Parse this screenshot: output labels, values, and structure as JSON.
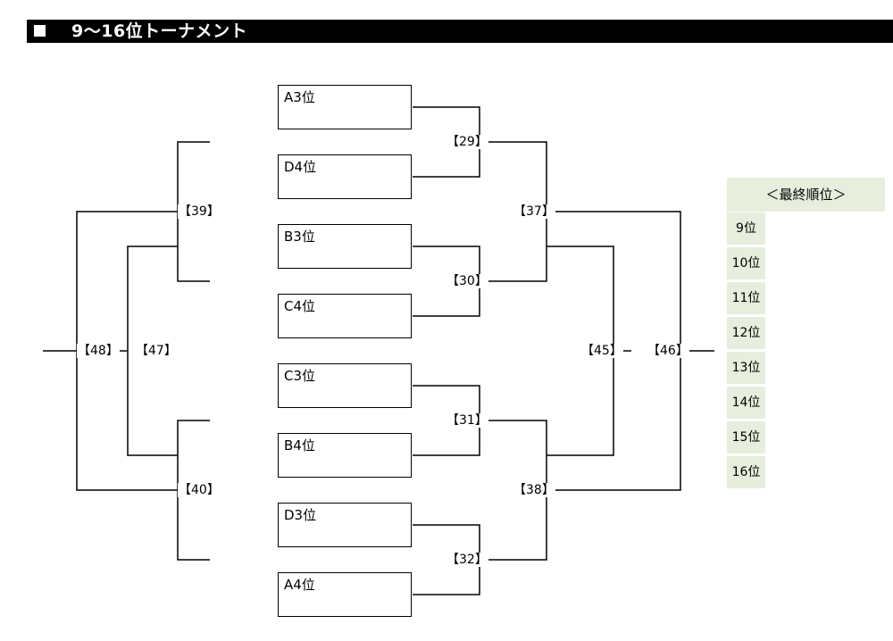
{
  "title": "9〜16位トーナメント",
  "teams": [
    "A3位",
    "D4位",
    "B3位",
    "C4位",
    "C3位",
    "B4位",
    "D3位",
    "A4位"
  ],
  "matches": {
    "m29": "【29】",
    "m30": "【30】",
    "m31": "【31】",
    "m32": "【32】",
    "m37": "【37】",
    "m38": "【38】",
    "m39": "【39】",
    "m40": "【40】",
    "m45": "【45】",
    "m46": "【46】",
    "m47": "【47】",
    "m48": "【48】"
  },
  "final_ranking": {
    "header": "＜最終順位＞",
    "ranks": [
      "9位",
      "10位",
      "11位",
      "12位",
      "13位",
      "14位",
      "15位",
      "16位"
    ]
  }
}
